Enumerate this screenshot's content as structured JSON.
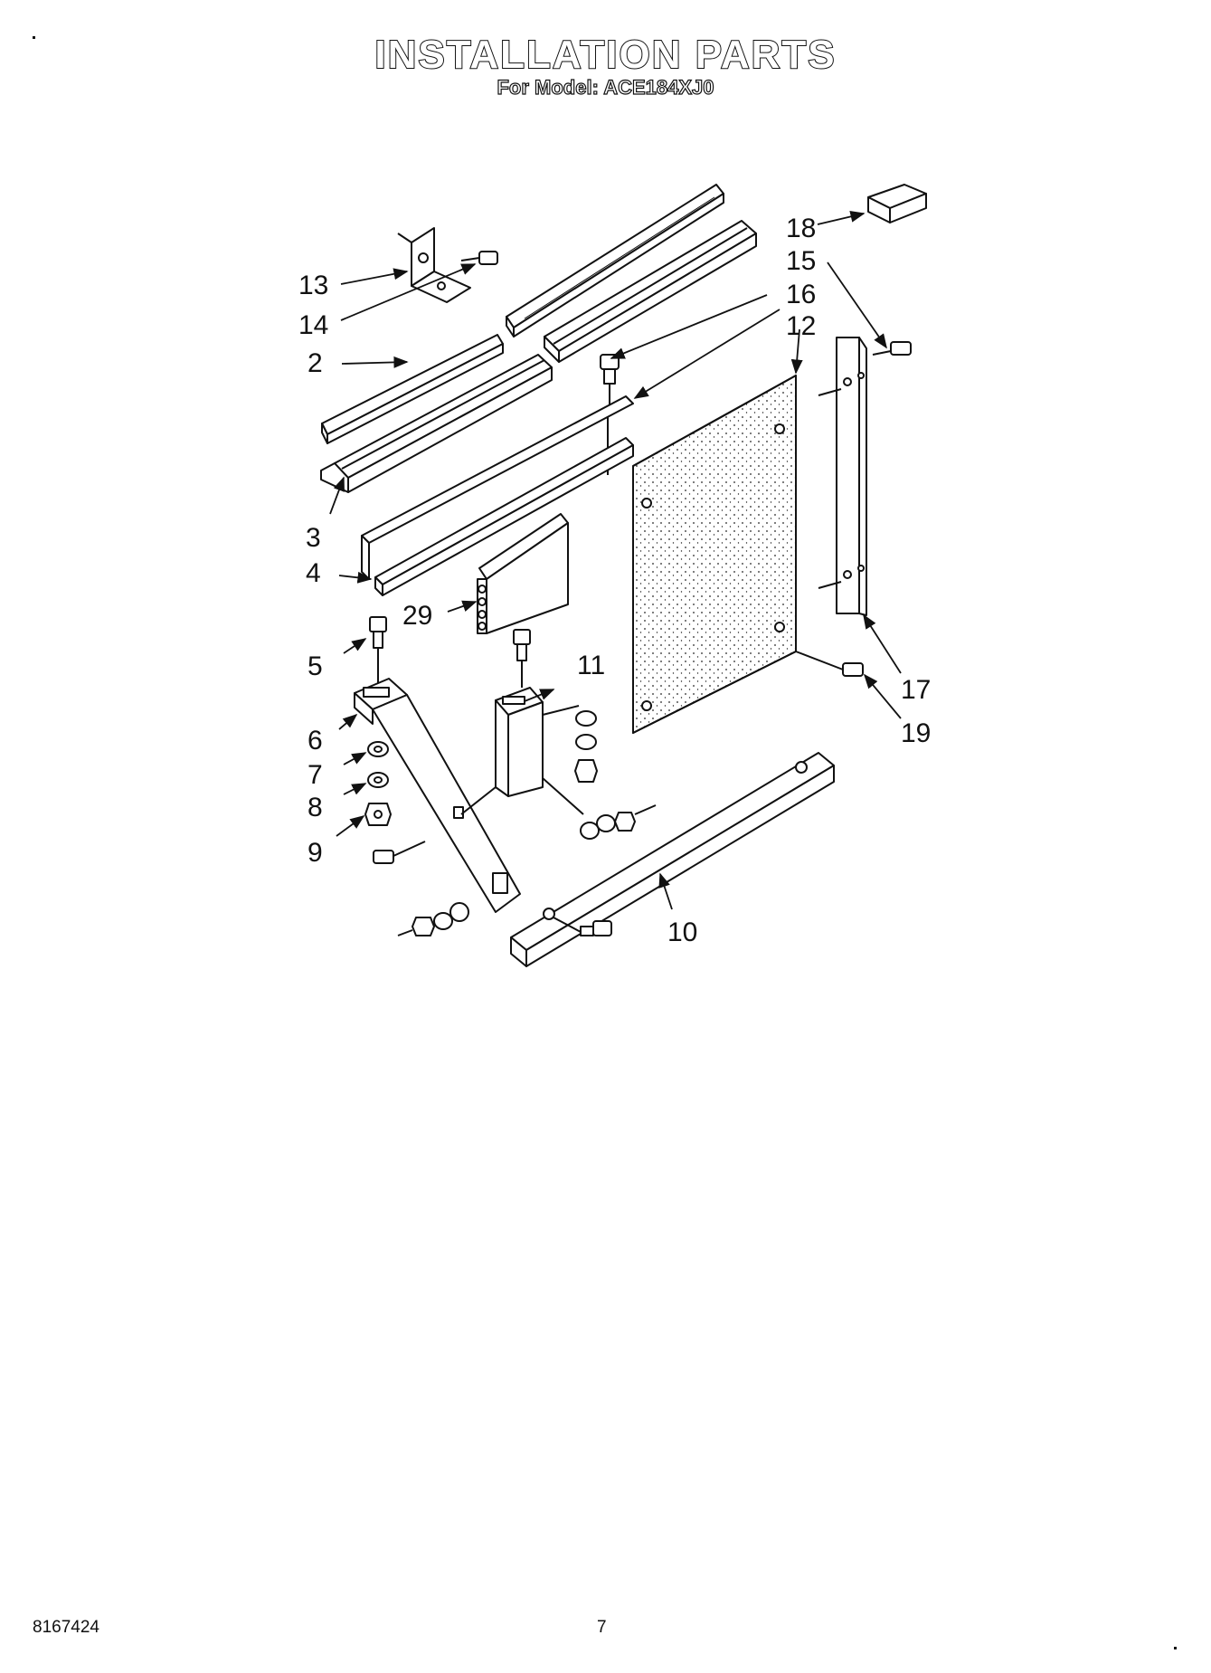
{
  "header": {
    "title": "INSTALLATION PARTS",
    "subtitle": "For Model: ACE184XJ0"
  },
  "footer": {
    "doc_number": "8167424",
    "page_number": "7"
  },
  "callouts": {
    "c2": "2",
    "c3": "3",
    "c4": "4",
    "c5": "5",
    "c6": "6",
    "c7": "7",
    "c8": "8",
    "c9": "9",
    "c10": "10",
    "c11": "11",
    "c12": "12",
    "c13": "13",
    "c14": "14",
    "c15": "15",
    "c16": "16",
    "c17": "17",
    "c18": "18",
    "c19": "19",
    "c29": "29"
  }
}
